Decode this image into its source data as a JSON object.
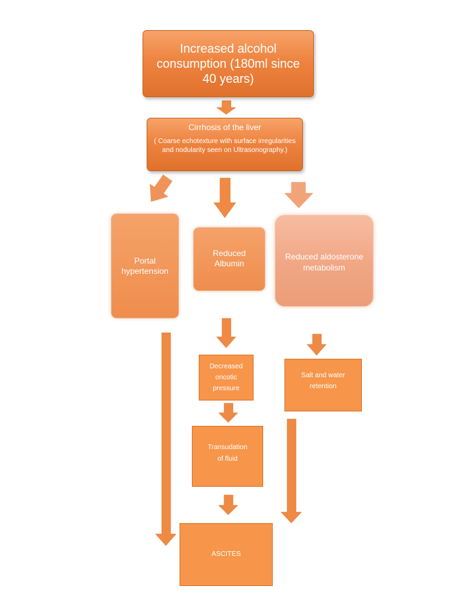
{
  "nodes": {
    "alcohol": "Increased alcohol consumption (180ml since 40 years)",
    "cirrhosis_title": "Cirrhosis  of the liver",
    "cirrhosis_detail": "( Coarse echotexture with surface irregularities and nodularity seen on Ultrasonography.)",
    "portal": "Portal hypertension",
    "albumin": "Reduced Albumin",
    "aldosterone": "Reduced aldosterone metabolism",
    "oncotic": "Decreased oncotic pressure",
    "salt": "Salt and water retention",
    "transudation": "Transudation of fluid",
    "ascites": "ASCITES"
  },
  "colors": {
    "primary": "#ee8440",
    "flat": "#f7954a",
    "pale": "#f1a886",
    "arrow": "#ef8a45"
  }
}
